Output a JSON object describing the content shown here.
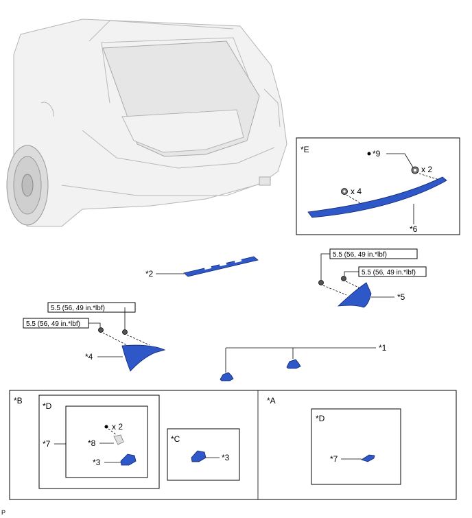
{
  "callouts": {
    "p1": "*1",
    "p2": "*2",
    "p3a": "*3",
    "p3b": "*3",
    "p4": "*4",
    "p5": "*5",
    "p6": "*6",
    "p7a": "*7",
    "p7b": "*7",
    "p8": "*8",
    "p9": "*9"
  },
  "boxes": {
    "e": "*E",
    "b": "*B",
    "a": "*A",
    "d1": "*D",
    "d2": "*D",
    "c": "*C"
  },
  "counts": {
    "e_x2": "x 2",
    "e_x4": "x 4",
    "d_x2": "x 2"
  },
  "torque": {
    "t1": "5.5 (56, 49 in.*lbf)",
    "t2": "5.5 (56, 49 in.*lbf)",
    "t3": "5.5 (56, 49 in.*lbf)",
    "t4": "5.5 (56, 49 in.*lbf)"
  },
  "footer": "P",
  "colors": {
    "part": "#2e58c7",
    "part_edge": "#10246e",
    "car": "#f2f2f2"
  }
}
